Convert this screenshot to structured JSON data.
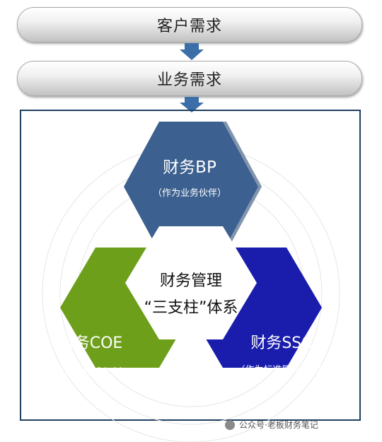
{
  "level1": {
    "label": "客户需求"
  },
  "level2": {
    "label": "业务需求"
  },
  "pillars": {
    "bp": {
      "title": "财务BP",
      "subtitle": "（作为业务伙伴）"
    },
    "coe": {
      "title": "财务COE",
      "subtitle": "（作为领域专家）"
    },
    "ssc": {
      "title": "财务SSC",
      "subtitle": "（作为标准服务提供者）"
    }
  },
  "center": {
    "line1": "财务管理",
    "line2": "“三支柱”体系"
  },
  "watermark": {
    "text": "公众号·老板财务笔记"
  },
  "colors": {
    "bp": "#3c608f",
    "coe": "#6e9f1b",
    "ssc": "#1a1dab",
    "arrow": "#3c6fa8",
    "frame": "#1f3f60"
  }
}
